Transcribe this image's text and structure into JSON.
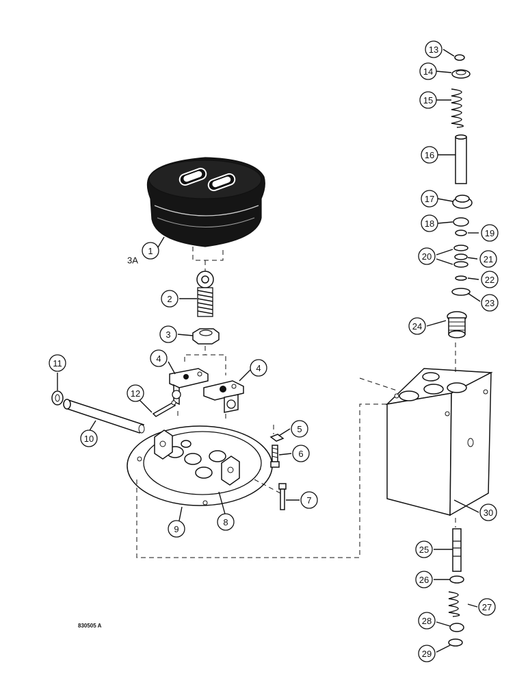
{
  "diagram": {
    "drawing_code": "830505 A",
    "extra_label": "3A",
    "callouts": [
      "1",
      "2",
      "3",
      "4",
      "4",
      "5",
      "6",
      "7",
      "8",
      "9",
      "10",
      "11",
      "12",
      "13",
      "14",
      "15",
      "16",
      "17",
      "18",
      "19",
      "20",
      "21",
      "22",
      "23",
      "24",
      "25",
      "26",
      "27",
      "28",
      "29",
      "30"
    ]
  },
  "parts": [
    {
      "id": "control-handle",
      "callout": "1",
      "icon": "handle-knob"
    },
    {
      "id": "handle-stud",
      "callout": "2",
      "icon": "eye-bolt"
    },
    {
      "id": "jam-nut",
      "callout": "3",
      "icon": "hex-nut"
    },
    {
      "id": "pivot-bracket",
      "callout": "4",
      "icon": "bracket"
    },
    {
      "id": "nut",
      "callout": "5",
      "icon": "nut"
    },
    {
      "id": "bolt-short",
      "callout": "6",
      "icon": "bolt"
    },
    {
      "id": "bolt-long",
      "callout": "7",
      "icon": "bolt"
    },
    {
      "id": "mounting-plate",
      "callout": "8",
      "icon": "plate"
    },
    {
      "id": "gasket",
      "callout": "9",
      "icon": "gasket"
    },
    {
      "id": "pivot-pin",
      "callout": "10",
      "icon": "pin"
    },
    {
      "id": "washer",
      "callout": "11",
      "icon": "washer"
    },
    {
      "id": "cotter-pin",
      "callout": "12",
      "icon": "cotter-pin"
    },
    {
      "id": "retainer",
      "callout": "13",
      "icon": "ring"
    },
    {
      "id": "spring-seat",
      "callout": "14",
      "icon": "seat"
    },
    {
      "id": "spring-upper",
      "callout": "15",
      "icon": "spring"
    },
    {
      "id": "plunger",
      "callout": "16",
      "icon": "rod"
    },
    {
      "id": "guide",
      "callout": "17",
      "icon": "guide"
    },
    {
      "id": "bushing",
      "callout": "18",
      "icon": "bushing"
    },
    {
      "id": "ring-19",
      "callout": "19",
      "icon": "ring"
    },
    {
      "id": "ring-20",
      "callout": "20",
      "icon": "ring"
    },
    {
      "id": "ring-21",
      "callout": "21",
      "icon": "ring"
    },
    {
      "id": "o-ring-small",
      "callout": "22",
      "icon": "o-ring"
    },
    {
      "id": "o-ring-large",
      "callout": "23",
      "icon": "o-ring"
    },
    {
      "id": "plug",
      "callout": "24",
      "icon": "plug"
    },
    {
      "id": "spool",
      "callout": "25",
      "icon": "spool"
    },
    {
      "id": "spring-seat-lower",
      "callout": "26",
      "icon": "seat"
    },
    {
      "id": "spring-lower",
      "callout": "27",
      "icon": "spring"
    },
    {
      "id": "retainer-lower",
      "callout": "28",
      "icon": "retainer"
    },
    {
      "id": "snap-ring",
      "callout": "29",
      "icon": "snap-ring"
    },
    {
      "id": "valve-body",
      "callout": "30",
      "icon": "valve-block"
    }
  ]
}
